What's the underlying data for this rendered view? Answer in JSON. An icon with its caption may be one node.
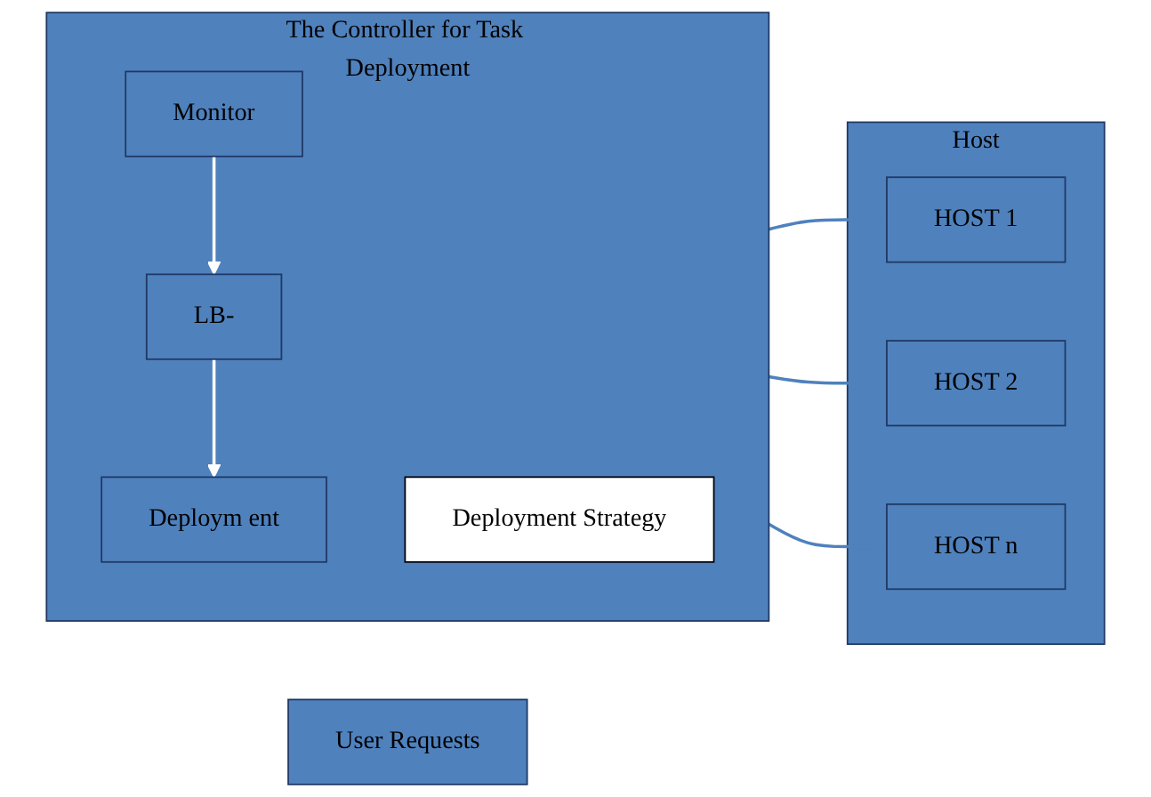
{
  "diagram": {
    "nodes": [
      {
        "text": [
          "The Controller for Task Deployment"
        ]
      },
      {
        "text": [
          "Monitor"
        ],
        "in": 0
      },
      {
        "text": [
          "LB-"
        ],
        "in": 0
      },
      {
        "text": [
          "Deploym ent"
        ],
        "in": 0
      },
      {
        "text": [
          "Deployment Strategy"
        ],
        "in": 0
      },
      {
        "text": [
          "User Requests"
        ]
      },
      {
        "text": [
          "Host"
        ]
      },
      {
        "text": [
          "HOST 1"
        ],
        "in": 6
      },
      {
        "text": [
          "HOST 2"
        ],
        "in": 6
      },
      {
        "text": [
          "HOST n"
        ],
        "in": 6
      }
    ],
    "edges": [
      {
        "from": 1,
        "to": 2,
        "arrow": "to",
        "color": "#ffffff"
      },
      {
        "from": 2,
        "to": 3,
        "arrow": "to",
        "color": "#ffffff"
      },
      {
        "from": 0,
        "to": 7,
        "arrow": "to"
      },
      {
        "from": 0,
        "to": 8,
        "arrow": "to"
      },
      {
        "from": 0,
        "to": 9,
        "arrow": "to"
      }
    ]
  }
}
